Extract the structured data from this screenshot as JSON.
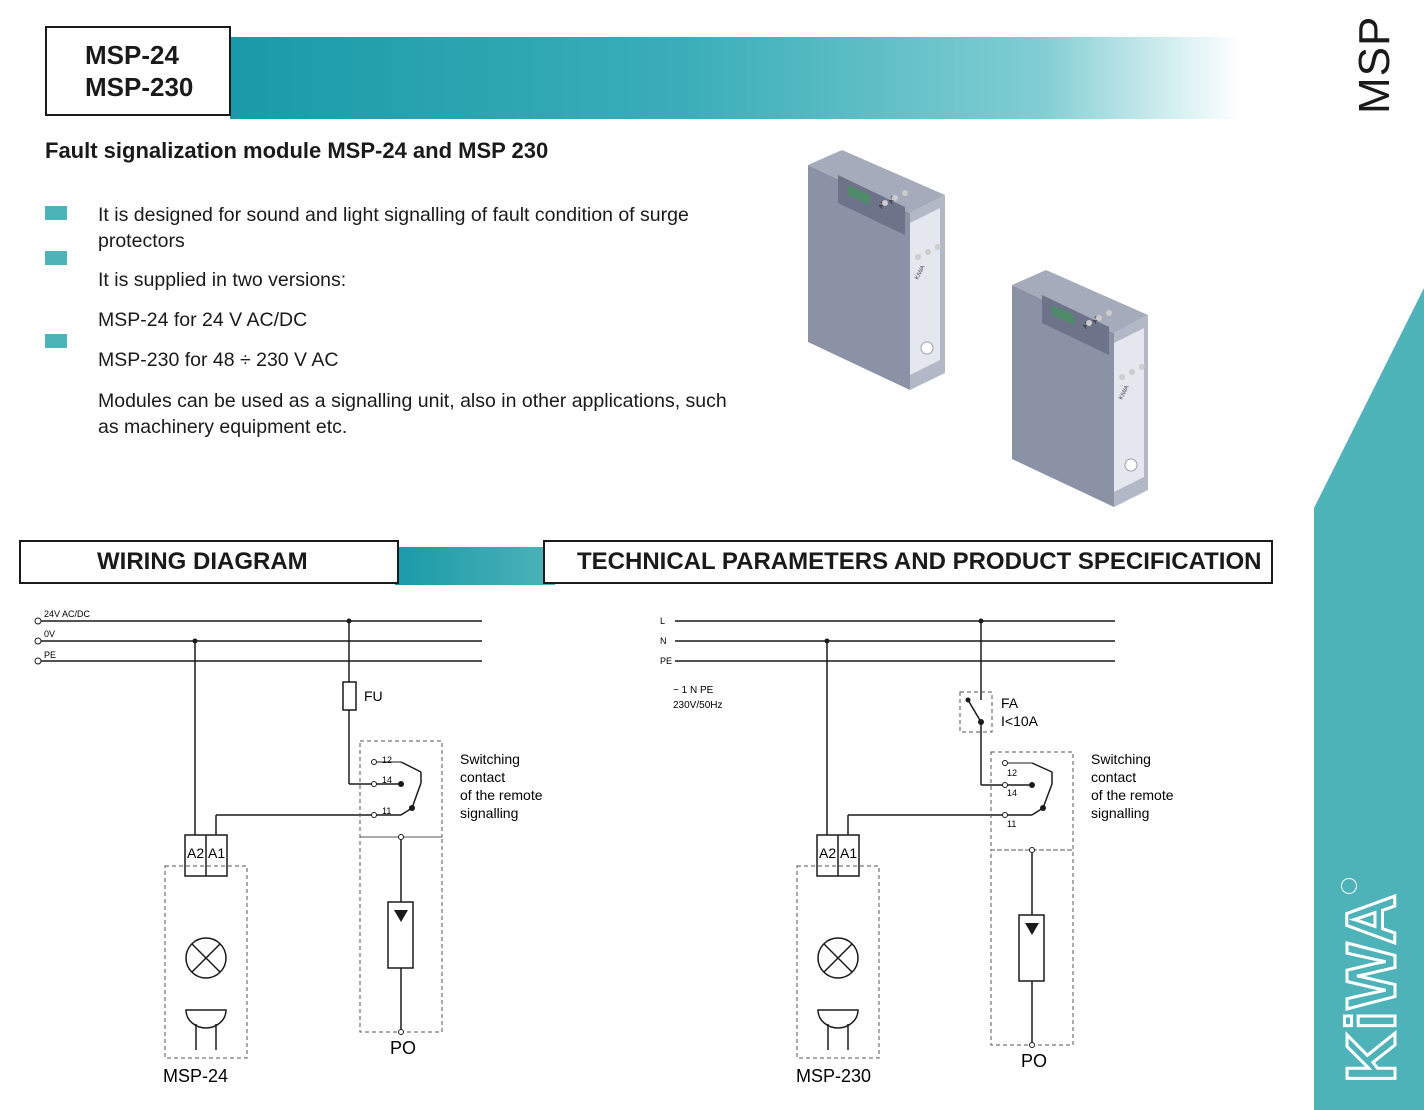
{
  "header": {
    "model_line1": "MSP-24",
    "model_line2": "MSP-230",
    "side_label": "MSP"
  },
  "subtitle": "Fault signalization module MSP-24 and MSP 230",
  "paragraphs": [
    "It is designed for sound and light signalling of fault condition of surge protectors",
    "It is supplied in two versions:",
    "MSP-24 for 24 V AC/DC",
    "MSP-230 for 48 ÷ 230 V AC",
    "Modules can be used as a signalling unit, also in other applications, such as machinery equipment etc."
  ],
  "sections": {
    "wiring": "WIRING DIAGRAM",
    "technical": "TECHNICAL PARAMETERS AND PRODUCT SPECIFICATION"
  },
  "diagram_left": {
    "line1": "24V AC/DC",
    "line2": "0V",
    "line3": "PE",
    "fuse": "FU",
    "t12": "12",
    "t14": "14",
    "t11": "11",
    "switch_text": [
      "Switching",
      "contact",
      "of the remote",
      "signalling"
    ],
    "a2": "A2",
    "a1": "A1",
    "po": "PO",
    "module": "MSP-24"
  },
  "diagram_right": {
    "line1": "L",
    "line2": "N",
    "line3": "PE",
    "supply1": "~ 1 N PE",
    "supply2": "230V/50Hz",
    "breaker": "FA",
    "breaker_rating": "I<10A",
    "t12": "12",
    "t14": "14",
    "t11": "11",
    "switch_text": [
      "Switching",
      "contact",
      "of the remote",
      "signalling"
    ],
    "a2": "A2",
    "a1": "A1",
    "po": "PO",
    "module": "MSP-230"
  },
  "device_labels": {
    "brand_small": "KIWA",
    "term_a1": "A1",
    "term_a2": "A2"
  },
  "brand": "KiWA",
  "colors": {
    "accent": "#4db3b8",
    "accent_dark": "#1a9aa8",
    "text": "#1a1a1a"
  }
}
